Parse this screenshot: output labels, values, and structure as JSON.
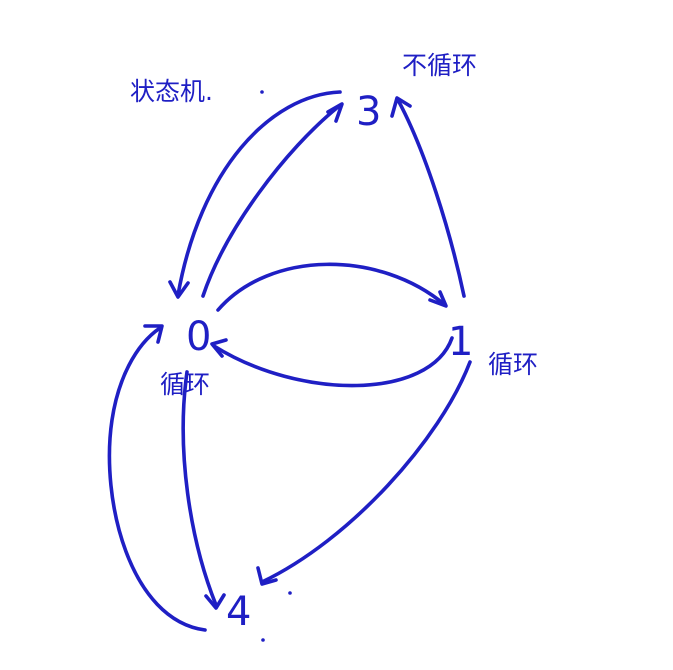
{
  "ink_color": "#1f1fc4",
  "background": "#ffffff",
  "title": "状态机.",
  "nodes": {
    "n0": {
      "label": "0",
      "annotation": "循环"
    },
    "n1": {
      "label": "1",
      "annotation": "循环"
    },
    "n3": {
      "label": "3",
      "annotation": "不循环"
    },
    "n4": {
      "label": "4",
      "annotation": ""
    }
  },
  "edges": [
    {
      "from": "0",
      "to": "3"
    },
    {
      "from": "3",
      "to": "0"
    },
    {
      "from": "0",
      "to": "1"
    },
    {
      "from": "1",
      "to": "0"
    },
    {
      "from": "1",
      "to": "3"
    },
    {
      "from": "1",
      "to": "4"
    },
    {
      "from": "0",
      "to": "4"
    },
    {
      "from": "4",
      "to": "0"
    }
  ]
}
